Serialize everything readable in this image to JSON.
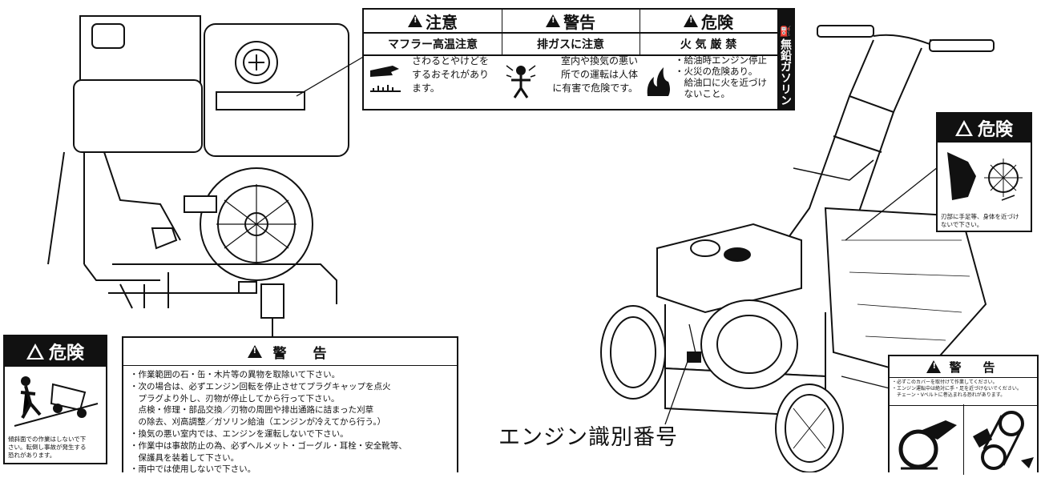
{
  "top_strip": {
    "caution": {
      "title": "注意",
      "subtitle": "マフラー高温注意",
      "lines": [
        "さわるとやけどを",
        "するおそれがあり",
        "ます。"
      ]
    },
    "warning": {
      "title": "警告",
      "subtitle": "排ガスに注意",
      "lines": [
        "室内や換気の悪い",
        "所での運転は人体",
        "に有害で危険です。"
      ]
    },
    "danger": {
      "title": "危険",
      "subtitle": "火 気 厳 禁",
      "lines": [
        "・給油時エンジン停止",
        "・火災の危険あり。",
        "　給油口に火を近づけ",
        "　ないこと。"
      ]
    },
    "side_text": "無鉛ガソリン"
  },
  "danger_blade": {
    "title": "危険",
    "text": [
      "刃部に手足等、身体を近づけ",
      "ないで下さい。"
    ]
  },
  "danger_slope": {
    "title": "危険",
    "text": [
      "傾斜面での作業はしないで下",
      "さい。転倒し事故が発生する",
      "恐れがあります。"
    ]
  },
  "main_warning": {
    "title": "警　告",
    "items": [
      "・作業範囲の石・缶・木片等の異物を取除いて下さい。",
      "・次の場合は、必ずエンジン回転を停止させてプラグキャップを点火",
      "　プラグより外し、刃物が停止してから行って下さい。",
      "　点検・修理・部品交換／刃物の周囲や排出通路に詰まった刈草",
      "　の除去、刈高調整／ガソリン給油（エンジンが冷えてから行う。）",
      "・換気の悪い室内では、エンジンを運転しないで下さい。",
      "・作業中は事故防止の為、必ずヘルメット・ゴーグル・耳栓・安全靴等、",
      "　保護具を装着して下さい。",
      "・雨中では使用しないで下さい。"
    ]
  },
  "belt_warning": {
    "title": "警　告",
    "lines": [
      "・必ずこのカバーを取付けて作業してください。",
      "・エンジン運転中は絶対に手・足を近づけないでください。",
      "　チェーン・Vベルトに巻込まれる恐れがあります。"
    ]
  },
  "caption": "エンジン識別番号"
}
